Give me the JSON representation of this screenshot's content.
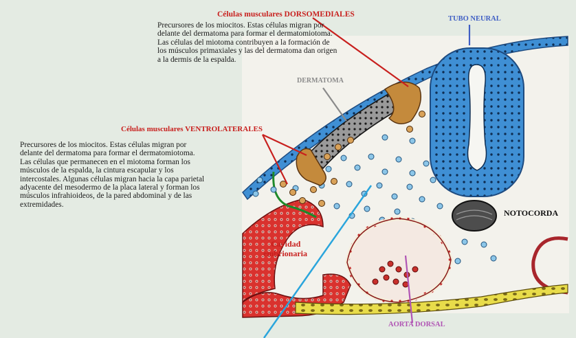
{
  "labels": {
    "dorsomediales_title": "Células musculares DORSOMEDIALES",
    "dorsomediales_text": [
      "Precursores de los miocitos. Estas células migran por",
      "delante del dermatoma para formar el dermatomiotoma.",
      "Las células del miotoma contribuyen a la formación de",
      "los músculos primaxiales y las del dermatoma dan origen",
      "a la dermis de la espalda."
    ],
    "ventrolaterales_title": "Células musculares VENTROLATERALES",
    "ventrolaterales_text": [
      "Precursores de los miocitos. Estas células migran por",
      "delante del dermatoma para formar el dermatomiotoma.",
      "Las células que permanecen en el miotoma forman los",
      "músculos de la espalda, la cintura escapular  y los",
      "intercostales.  Algunas células migran hacia la capa parietal",
      "adyacente del mesodermo de la placa lateral y forman los",
      "músculos infrahioideos, de la pared abdominal y de las",
      "extremidades."
    ],
    "tubo_neural": "TUBO NEURAL",
    "dermatoma": "DERMATOMA",
    "notocorda": "NOTOCORDA",
    "cavidad_line1": "Cavidad",
    "cavidad_line2": "embrionaria",
    "aorta_dorsal": "AORTA DORSAL"
  },
  "colors": {
    "background": "#e4ebe3",
    "title_red": "#c8201e",
    "neural_blue": "#3f8fd4",
    "dermatome_gray": "#8a8a8a",
    "myotome_orange": "#b8752c",
    "aorta_red": "#a8262c",
    "notochord_dark": "#444444",
    "pointer_cyan": "#2aa5dc",
    "pointer_purple": "#b054b4",
    "pointer_green": "#1e8a2a"
  }
}
